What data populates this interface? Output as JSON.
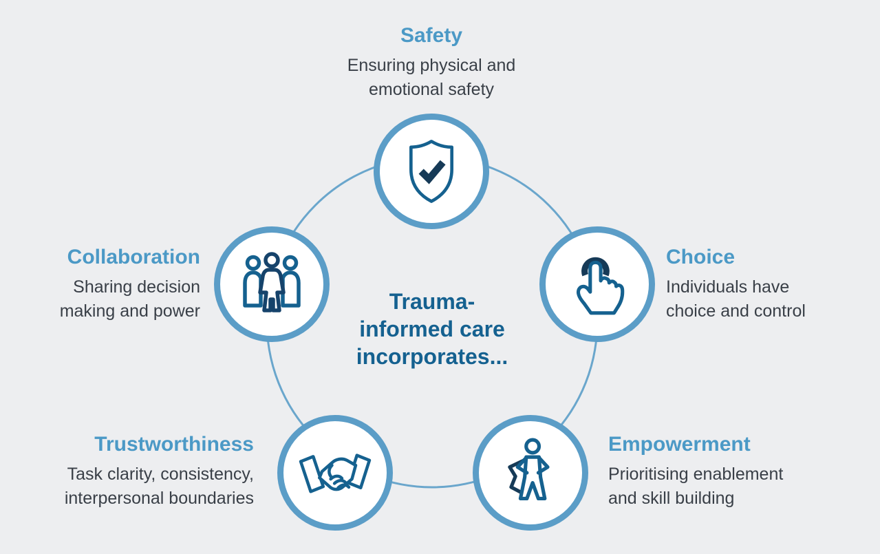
{
  "diagram_title": "Trauma-informed care incorporates...",
  "center_text": {
    "line1": "Trauma-",
    "line2": "informed care",
    "line3": "incorporates..."
  },
  "nodes": {
    "safety": {
      "title": "Safety",
      "description_line1": "Ensuring physical and",
      "description_line2": "emotional safety",
      "icon": "shield-check-icon",
      "position": "top"
    },
    "choice": {
      "title": "Choice",
      "description_line1": "Individuals have",
      "description_line2": "choice and control",
      "icon": "tap-hand-icon",
      "position": "right"
    },
    "empowerment": {
      "title": "Empowerment",
      "description_line1": "Prioritising enablement",
      "description_line2": "and skill building",
      "icon": "superhero-cape-icon",
      "position": "bottom-right"
    },
    "trustworthiness": {
      "title": "Trustworthiness",
      "description_line1": "Task clarity, consistency,",
      "description_line2": "interpersonal boundaries",
      "icon": "handshake-icon",
      "position": "bottom-left"
    },
    "collaboration": {
      "title": "Collaboration",
      "description_line1": "Sharing decision",
      "description_line2": "making and power",
      "icon": "people-group-icon",
      "position": "left"
    }
  },
  "colors": {
    "background": "#edeef0",
    "node_fill": "#ffffff",
    "node_border": "#5b9dc7",
    "ring_line": "#6aa6cc",
    "title_blue": "#4b99c6",
    "center_blue": "#156190",
    "icon_stroke": "#15618f",
    "icon_accent_navy": "#163a57",
    "body_text": "#393f47"
  }
}
